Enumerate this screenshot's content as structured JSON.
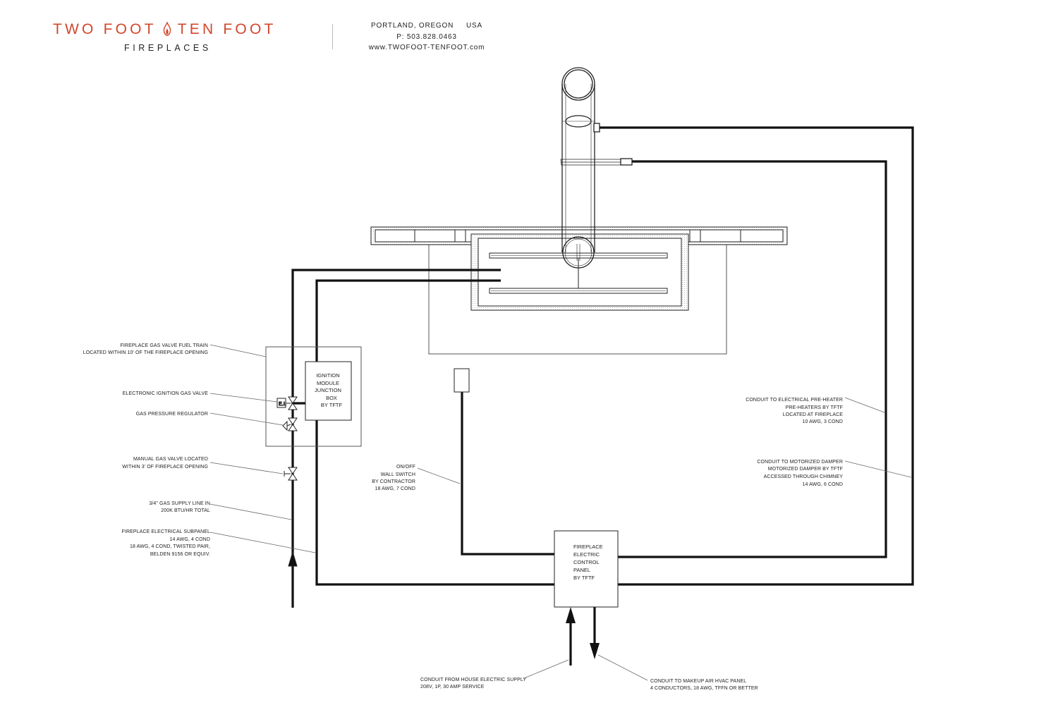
{
  "brand": {
    "left": "TWO FOOT",
    "right": "TEN FOOT",
    "subtitle": "FIREPLACES",
    "accent_color": "#d2472b"
  },
  "contact": {
    "location": "PORTLAND, OREGON     USA",
    "phone": "P: 503.828.0463",
    "website": "www.TWOFOOT-TENFOOT.com"
  },
  "boxes": {
    "ignition": [
      "IGNITION",
      "MODULE",
      "JUNCTION",
      "BOX",
      "BY TFTF"
    ],
    "control_panel": [
      "FIREPLACE",
      "ELECTRIC",
      "CONTROL",
      "PANEL",
      "BY TFTF"
    ],
    "valve_tag": "E.I."
  },
  "labels": {
    "fuel_train": [
      "FIREPLACE GAS VALVE FUEL TRAIN",
      "LOCATED WITHIN 10' OF THE FIREPLACE OPENING"
    ],
    "ignition_valve": [
      "ELECTRONIC IGNITION GAS VALVE"
    ],
    "regulator": [
      "GAS PRESSURE REGULATOR"
    ],
    "manual_valve": [
      "MANUAL GAS VALVE LOCATED",
      "WITHIN 3' OF FIREPLACE OPENING"
    ],
    "supply_line": [
      "3/4\" GAS SUPPLY LINE IN",
      "200K BTU/HR TOTAL"
    ],
    "subpanel": [
      "FIREPLACE ELECTRICAL SUBPANEL",
      "14 AWG, 4 COND",
      "18 AWG, 4 COND, TWISTED PAIR,",
      "BELDEN 9156 OR EQUIV."
    ],
    "wall_switch": [
      "ON/OFF",
      "WALL SWITCH",
      "BY CONTRACTOR",
      "18 AWG, 7 COND"
    ],
    "preheater": [
      "CONDUIT TO ELECTRICAL PRE-HEATER",
      "PRE-HEATERS BY TFTF",
      "LOCATED AT FIREPLACE",
      "10 AWG, 3 COND"
    ],
    "damper": [
      "CONDUIT TO MOTORIZED DAMPER",
      "MOTORIZED DAMPER BY TFTF",
      "ACCESSED THROUGH CHIMNEY",
      "14 AWG, 6 COND"
    ],
    "house_supply": [
      "CONDUIT FROM HOUSE ELECTRIC SUPPLY",
      "208V, 1P, 30 AMP SERVICE"
    ],
    "hvac": [
      "CONDUIT TO MAKEUP AIR HVAC PANEL",
      "4 CONDUCTORS, 18 AWG, TFFN OR BETTER"
    ]
  }
}
